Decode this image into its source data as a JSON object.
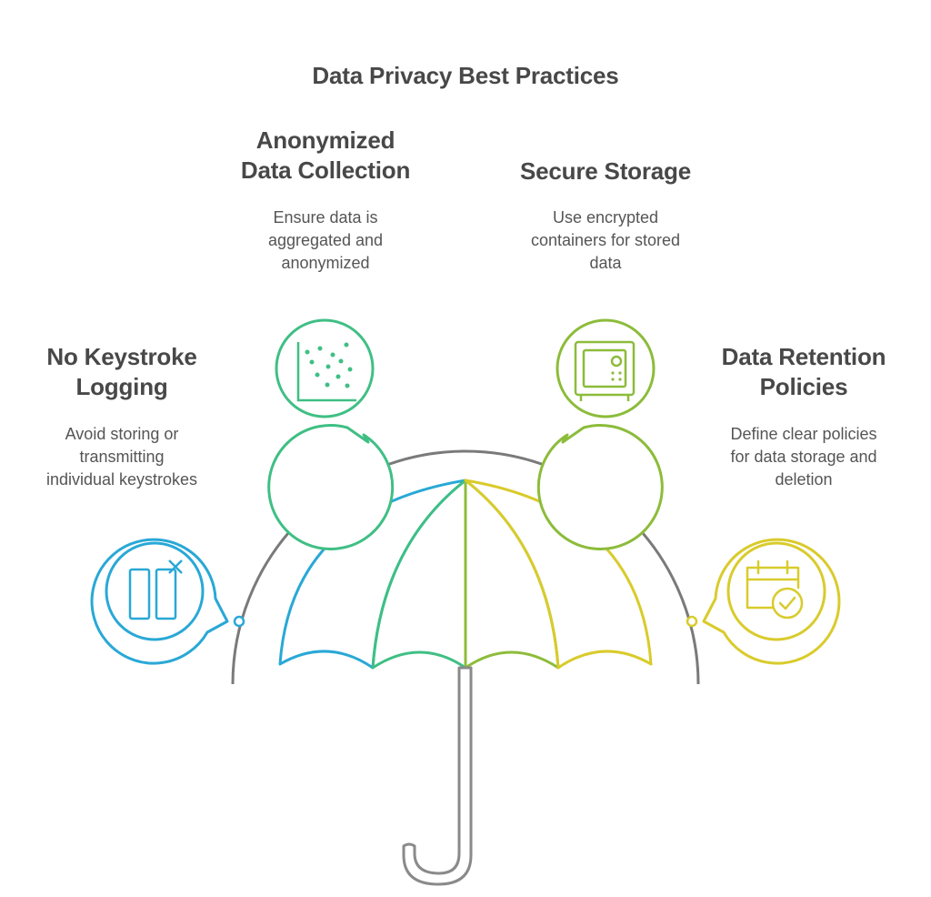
{
  "title": "Data Privacy Best Practices",
  "items": [
    {
      "title_lines": [
        "No Keystroke",
        "Logging"
      ],
      "desc_lines": [
        "Avoid storing or",
        "transmitting",
        "individual keystrokes"
      ],
      "color": "#29a8d6",
      "icon": "keystroke-blocked-icon"
    },
    {
      "title_lines": [
        "Anonymized",
        "Data Collection"
      ],
      "desc_lines": [
        "Ensure data is",
        "aggregated and",
        "anonymized"
      ],
      "color": "#3fbf84",
      "icon": "scatter-plot-icon"
    },
    {
      "title_lines": [
        "Secure Storage"
      ],
      "desc_lines": [
        "Use encrypted",
        "containers for stored",
        "data"
      ],
      "color": "#8cbc3a",
      "icon": "safe-icon"
    },
    {
      "title_lines": [
        "Data Retention",
        "Policies"
      ],
      "desc_lines": [
        "Define clear policies",
        "for data storage and",
        "deletion"
      ],
      "color": "#d9cb2c",
      "icon": "calendar-check-icon"
    }
  ],
  "arc_color": "#7a7a7a",
  "handle_color": "#8a8a8a"
}
